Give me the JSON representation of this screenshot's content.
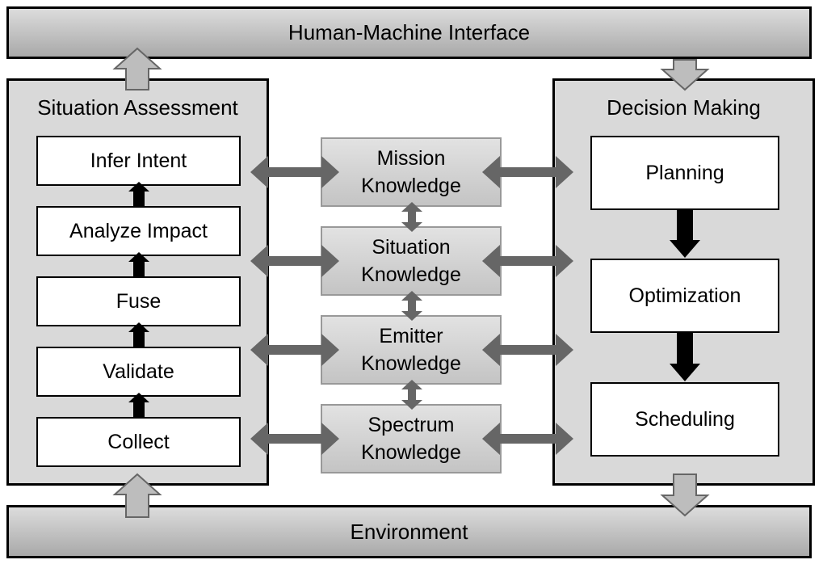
{
  "top_bar": "Human-Machine Interface",
  "bottom_bar": "Environment",
  "situation_assessment": {
    "title": "Situation Assessment",
    "steps": [
      "Infer Intent",
      "Analyze Impact",
      "Fuse",
      "Validate",
      "Collect"
    ]
  },
  "knowledge": [
    {
      "line1": "Mission",
      "line2": "Knowledge"
    },
    {
      "line1": "Situation",
      "line2": "Knowledge"
    },
    {
      "line1": "Emitter",
      "line2": "Knowledge"
    },
    {
      "line1": "Spectrum",
      "line2": "Knowledge"
    }
  ],
  "decision_making": {
    "title": "Decision Making",
    "steps": [
      "Planning",
      "Optimization",
      "Scheduling"
    ]
  }
}
